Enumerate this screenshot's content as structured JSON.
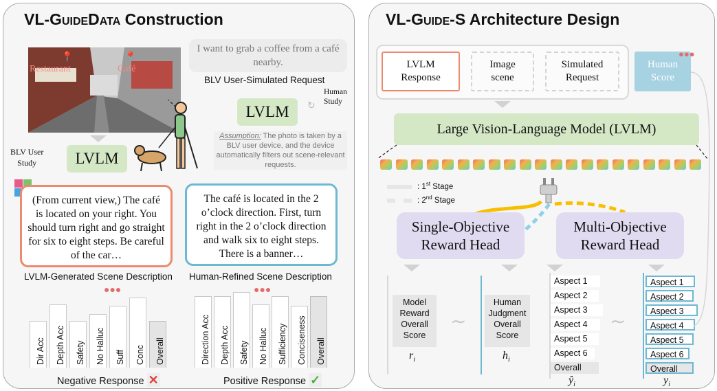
{
  "left": {
    "title_prefix": "VL-",
    "title_sc": "GuideData",
    "title_suffix": " Construction",
    "photo_tags": [
      "Restaurant",
      "Café"
    ],
    "request_text": "I want to grab a coffee from a café nearby.",
    "request_caption": "BLV User-Simulated Request",
    "human_study": "Human\nStudy",
    "lvlm_right": "LVLM",
    "lvlm_left": "LVLM",
    "blv_user_study": "BLV User\nStudy",
    "assumption_label": "Assumption:",
    "assumption_text": " The photo is taken by a BLV user device, and the device automatically filters out scene-relevant requests.",
    "generated_text": "(From current view,) The café is located on your right. You should turn right and go straight for six to eight steps. Be careful of the car…",
    "refined_text": "The café is located in the 2 o’clock direction. First, turn right in the 2 o’clock direction and walk six to eight steps. There is a banner…",
    "generated_caption": "LVLM-Generated Scene Description",
    "refined_caption": "Human-Refined Scene Description",
    "negative_label": "Negative Response",
    "positive_label": "Positive Response",
    "negative_bars": [
      "Dir Acc",
      "Depth Acc",
      "Safety",
      "No Halluc",
      "Suff",
      "Conc",
      "Overall"
    ],
    "positive_bars": [
      "Direction Acc",
      "Depth Acc",
      "Safety",
      "No Halluc",
      "Sufficiency",
      "Conciseness",
      "Overall"
    ]
  },
  "right": {
    "title_prefix": "VL-",
    "title_sc": "Guide-S",
    "title_suffix": " Architecture Design",
    "inputs": {
      "lvlm_response": "LVLM\nResponse",
      "image_scene": "Image\nscene",
      "simulated_request": "Simulated\nRequest",
      "human_score": "Human\nScore"
    },
    "model_name": "Large Vision-Language Model (LVLM)",
    "legend": {
      "stage1_prefix": ": 1",
      "stage1_sup": "st",
      "stage1_suffix": " Stage",
      "stage2_prefix": ": 2",
      "stage2_sup": "nd",
      "stage2_suffix": " Stage"
    },
    "single_head": "Single-Objective\nReward Head",
    "multi_head": "Multi-Objective\nReward Head",
    "model_score": "Model\nReward\nOverall\nScore",
    "human_judgment": "Human\nJudgment\nOverall\nScore",
    "aspects_pred": [
      "Aspect 1",
      "Aspect 2",
      "Aspect 3",
      "Aspect 4",
      "Aspect 5",
      "Aspect 6",
      "Overall"
    ],
    "aspects_true": [
      "Aspect 1",
      "Aspect 2",
      "Aspect 3",
      "Aspect 4",
      "Aspect 5",
      "Aspect 6",
      "Overall"
    ],
    "math_labels": {
      "r": "r",
      "r_sub": "i",
      "h": "h",
      "h_sub": "i",
      "yhat": "ŷ",
      "yhat_sub": "i",
      "y": "y",
      "y_sub": "i"
    }
  },
  "colors": {
    "lvlm_green": "#d5e8c6",
    "negative_orange": "#ec8a6e",
    "positive_blue": "#6db8d2",
    "head_purple": "#e1dbf1",
    "human_score_blue": "#a7d2e2",
    "stage2_blue": "#8fd0ea",
    "stage1_yellow": "#f6c000"
  }
}
